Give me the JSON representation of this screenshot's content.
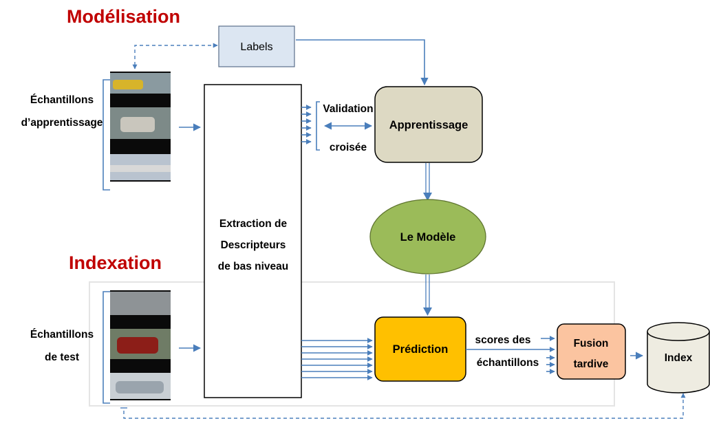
{
  "sections": {
    "modelisation": "Modélisation",
    "indexation": "Indexation"
  },
  "nodes": {
    "labels": "Labels",
    "train_samples": [
      "Échantillons",
      "d’apprentissage"
    ],
    "test_samples": [
      "Échantillons",
      "de test"
    ],
    "extraction": [
      "Extraction de",
      "Descripteurs",
      "de bas niveau"
    ],
    "validation": [
      "Validation",
      "croisée"
    ],
    "apprentissage": "Apprentissage",
    "modele": "Le Modèle",
    "prediction": "Prédiction",
    "scores": [
      "scores des",
      "échantillons"
    ],
    "fusion": [
      "Fusion",
      "tardive"
    ],
    "index": "Index"
  },
  "colors": {
    "section_title": "#c00000",
    "arrow": "#4a7ebb",
    "labels_fill": "#dce6f2",
    "apprentissage_fill": "#ddd9c3",
    "modele_fill": "#9bbb59",
    "prediction_fill": "#ffc000",
    "fusion_fill": "#fbc4a0",
    "index_fill": "#eeece1"
  },
  "icons": {
    "train_images": "car-photo-strip",
    "test_images": "car-photo-strip",
    "index_shape": "database-cylinder"
  }
}
